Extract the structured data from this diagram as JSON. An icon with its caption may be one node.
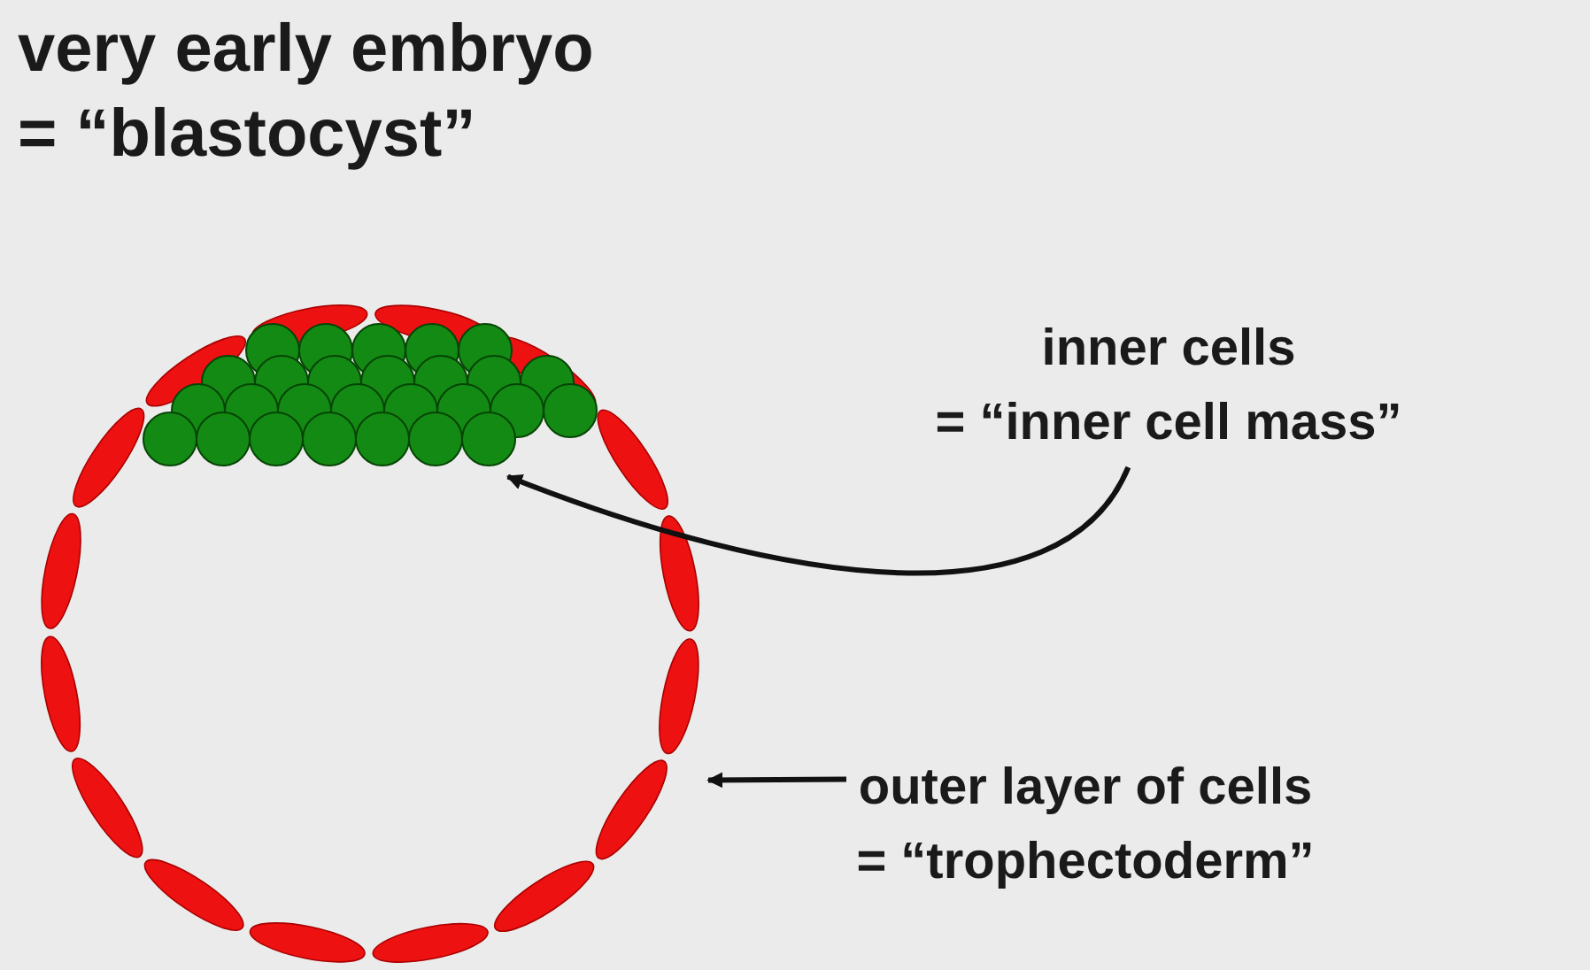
{
  "diagram": {
    "title": "very early embryo = “blastocyst”",
    "nodes": [
      {
        "text": [
          "inner cells",
          "= “inner cell mass”"
        ]
      },
      {
        "text": [],
        "shape": "picture",
        "in": 3
      },
      {
        "text": [
          "outer layer of cells",
          "= “trophectoderm”"
        ]
      },
      {
        "text": [],
        "shape": "picture"
      }
    ],
    "edges": [
      {
        "from": 0,
        "to": 1,
        "arrow": "to"
      },
      {
        "from": 2,
        "to": 3,
        "arrow": "to"
      }
    ]
  }
}
